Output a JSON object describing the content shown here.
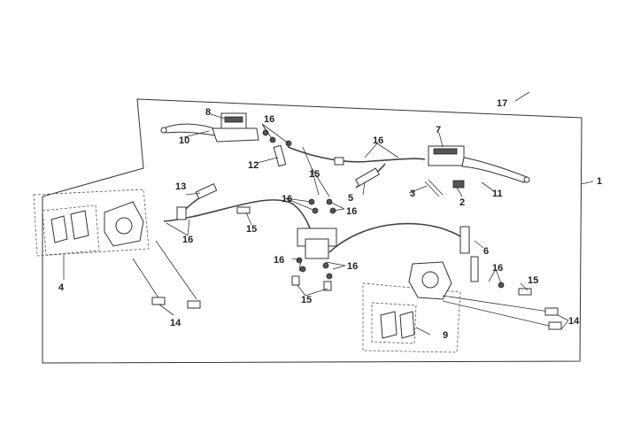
{
  "callouts": {
    "c1": "1",
    "c2": "2",
    "c3": "3",
    "c4": "4",
    "c5": "5",
    "c6": "6",
    "c7": "7",
    "c8": "8",
    "c9": "9",
    "c10": "10",
    "c11": "11",
    "c12": "12",
    "c13": "13",
    "c14a": "14",
    "c14b": "14",
    "c15a": "15",
    "c15b": "15",
    "c15c": "15",
    "c15d": "15",
    "c16a": "16",
    "c16b": "16",
    "c16c": "16",
    "c16d": "16",
    "c16e": "16",
    "c16f": "16",
    "c16g": "16",
    "c17": "17"
  }
}
